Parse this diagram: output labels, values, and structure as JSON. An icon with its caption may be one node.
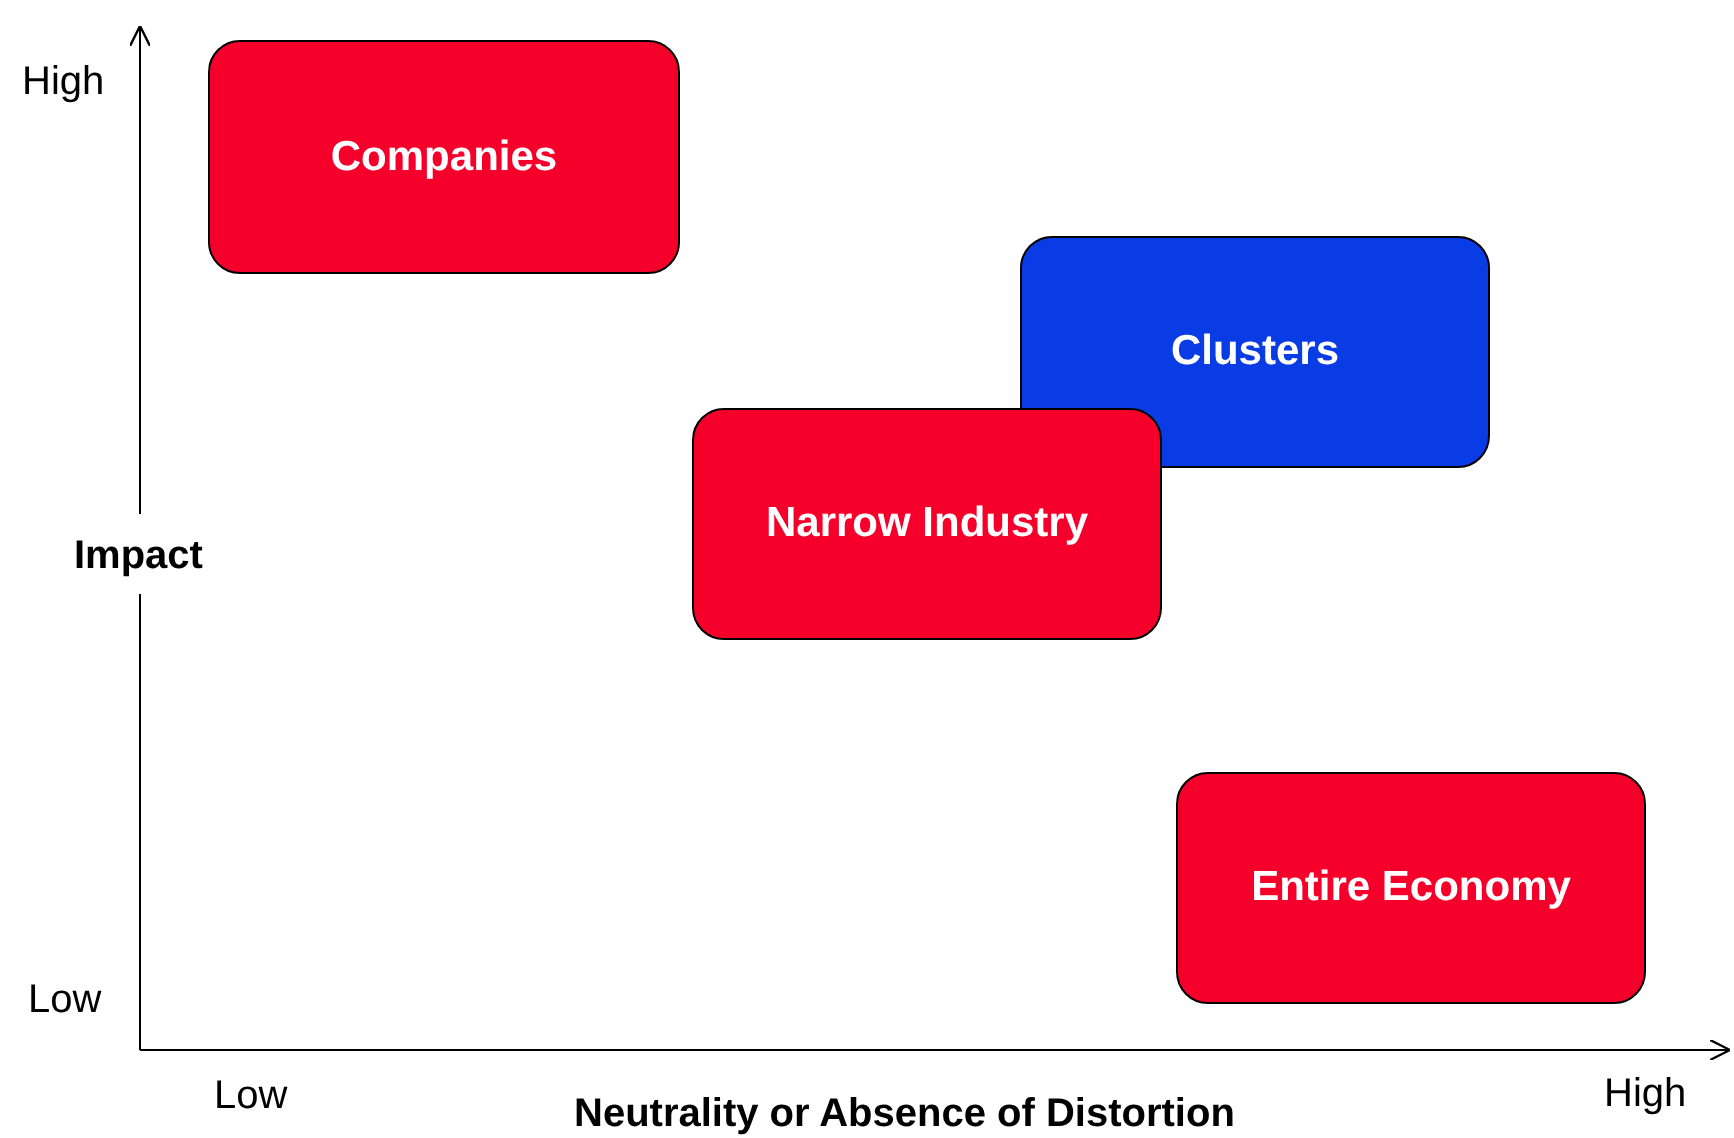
{
  "diagram": {
    "nodes": [
      {
        "text": [
          "Companies"
        ]
      },
      {
        "text": [
          "Clusters"
        ]
      },
      {
        "text": [
          "Narrow Industry"
        ]
      },
      {
        "text": [
          "Entire Economy"
        ]
      }
    ],
    "labels": [
      "High",
      "Impact",
      "Low",
      "Low",
      "Neutrality or Absence of Distortion",
      "High"
    ]
  }
}
